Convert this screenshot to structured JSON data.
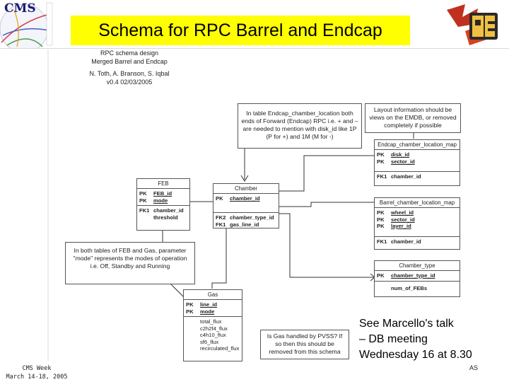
{
  "header": {
    "title": "Schema for RPC Barrel and Endcap",
    "cms_logo_text": "CMS",
    "title_bg": "#ffff00"
  },
  "schema_info": {
    "line1": "RPC schema design",
    "line2": "Merged Barrel and Endcap",
    "line3": "N. Toth, A. Branson, S. Iqbal",
    "line4": "v0.4 02/03/2005"
  },
  "notes": {
    "endcap_note": "In table Endcap_chamber_location both ends of Forward (Endcap) RPC i.e. + and – are needed to mention with disk_id like 1P (P for +) and 1M (M for -)",
    "layout_note": "Layout information should be views on the EMDB, or removed completely if possible",
    "mode_note": "In both tables of FEB and Gas, parameter \"mode\" represents the modes of operation i.e. Off, Standby and Running",
    "gas_note": "Is Gas handled by PVSS? If so then this should be removed from this schema"
  },
  "tables": {
    "feb": {
      "name": "FEB",
      "pk_rows": [
        {
          "key": "PK",
          "field": "FEB_id"
        },
        {
          "key": "PK",
          "field": "mode"
        }
      ],
      "fk_rows": [
        {
          "key": "FK1",
          "field": "chamber_id"
        },
        {
          "key": "",
          "field": "threshold"
        }
      ]
    },
    "chamber": {
      "name": "Chamber",
      "pk_rows": [
        {
          "key": "PK",
          "field": "chamber_id"
        }
      ],
      "fk_rows": [
        {
          "key": "FK2",
          "field": "chamber_type_id"
        },
        {
          "key": "FK1",
          "field": "gas_line_id"
        }
      ]
    },
    "gas": {
      "name": "Gas",
      "pk_rows": [
        {
          "key": "PK",
          "field": "line_id"
        },
        {
          "key": "PK",
          "field": "mode"
        }
      ],
      "attrs": [
        "total_flux",
        "c2h2f4_flux",
        "c4h10_flux",
        "sf6_flux",
        "recirculated_flux"
      ]
    },
    "endcap": {
      "name": "Endcap_chamber_location_map",
      "pk_rows": [
        {
          "key": "PK",
          "field": "disk_id"
        },
        {
          "key": "PK",
          "field": "sector_id"
        }
      ],
      "fk_rows": [
        {
          "key": "FK1",
          "field": "chamber_id"
        }
      ]
    },
    "barrel": {
      "name": "Barrel_chamber_location_map",
      "pk_rows": [
        {
          "key": "PK",
          "field": "wheel_id"
        },
        {
          "key": "PK",
          "field": "sector_id"
        },
        {
          "key": "PK",
          "field": "layer_id"
        }
      ],
      "fk_rows": [
        {
          "key": "FK1",
          "field": "chamber_id"
        }
      ]
    },
    "chamber_type": {
      "name": "Chamber_type",
      "pk_rows": [
        {
          "key": "PK",
          "field": "chamber_type_id"
        }
      ],
      "attrs": [
        "num_of_FEBs"
      ]
    }
  },
  "talk": {
    "line1": "See Marcello's talk",
    "line2": "– DB meeting",
    "line3": "Wednesday 16 at 8.30"
  },
  "footer": {
    "left1": "CMS Week",
    "left2": "March 14-18, 2005",
    "right": "AS"
  }
}
